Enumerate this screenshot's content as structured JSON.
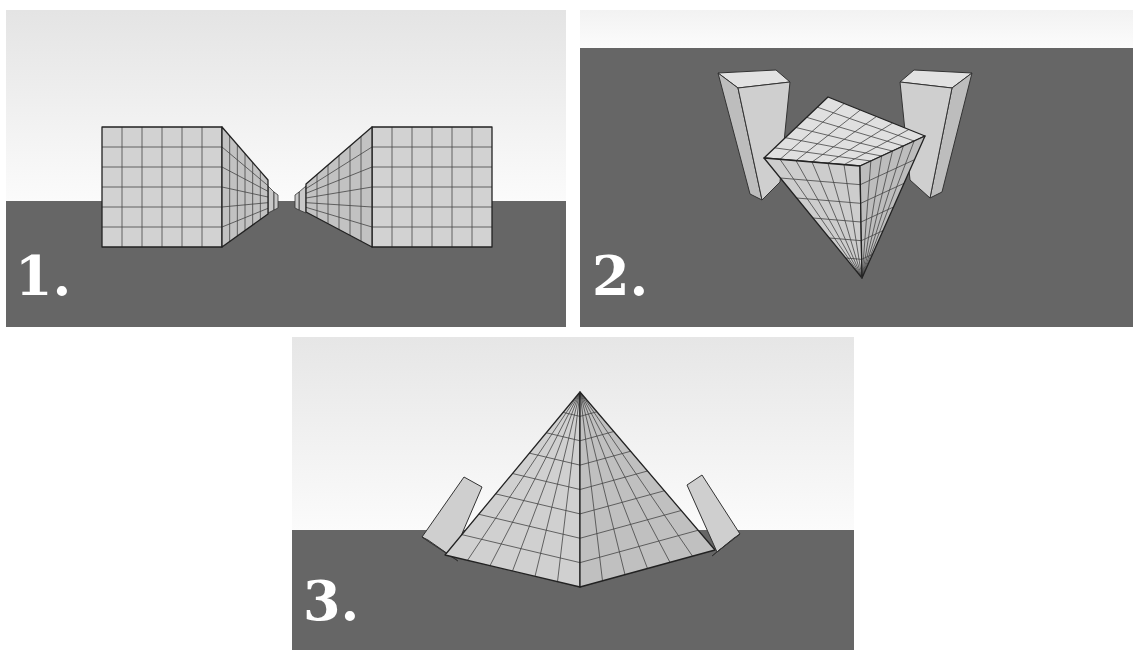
{
  "diagram": {
    "labels": [
      "1.",
      "2.",
      "3."
    ]
  }
}
